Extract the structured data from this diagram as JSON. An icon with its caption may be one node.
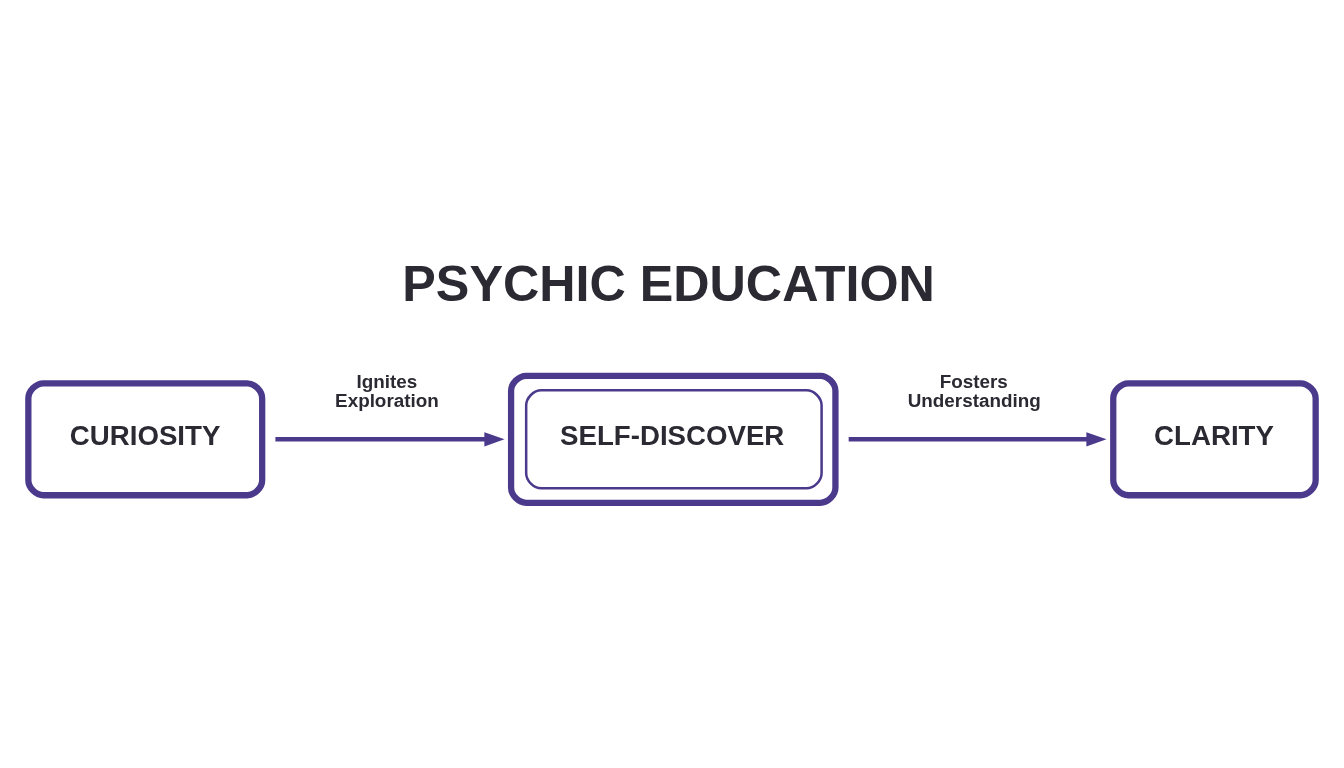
{
  "diagram": {
    "title": "PSYCHIC EDUCATION",
    "nodes": [
      {
        "text": [
          "CURIOSITY"
        ]
      },
      {
        "text": [
          "SELF-DISCOVER"
        ]
      },
      {
        "text": [
          "CLARITY"
        ]
      }
    ],
    "edges": [
      {
        "from": 0,
        "to": 1,
        "arrow": "to",
        "label": "Ignites Exploration"
      },
      {
        "from": 1,
        "to": 2,
        "arrow": "to",
        "label": "Fosters Understanding"
      }
    ]
  }
}
